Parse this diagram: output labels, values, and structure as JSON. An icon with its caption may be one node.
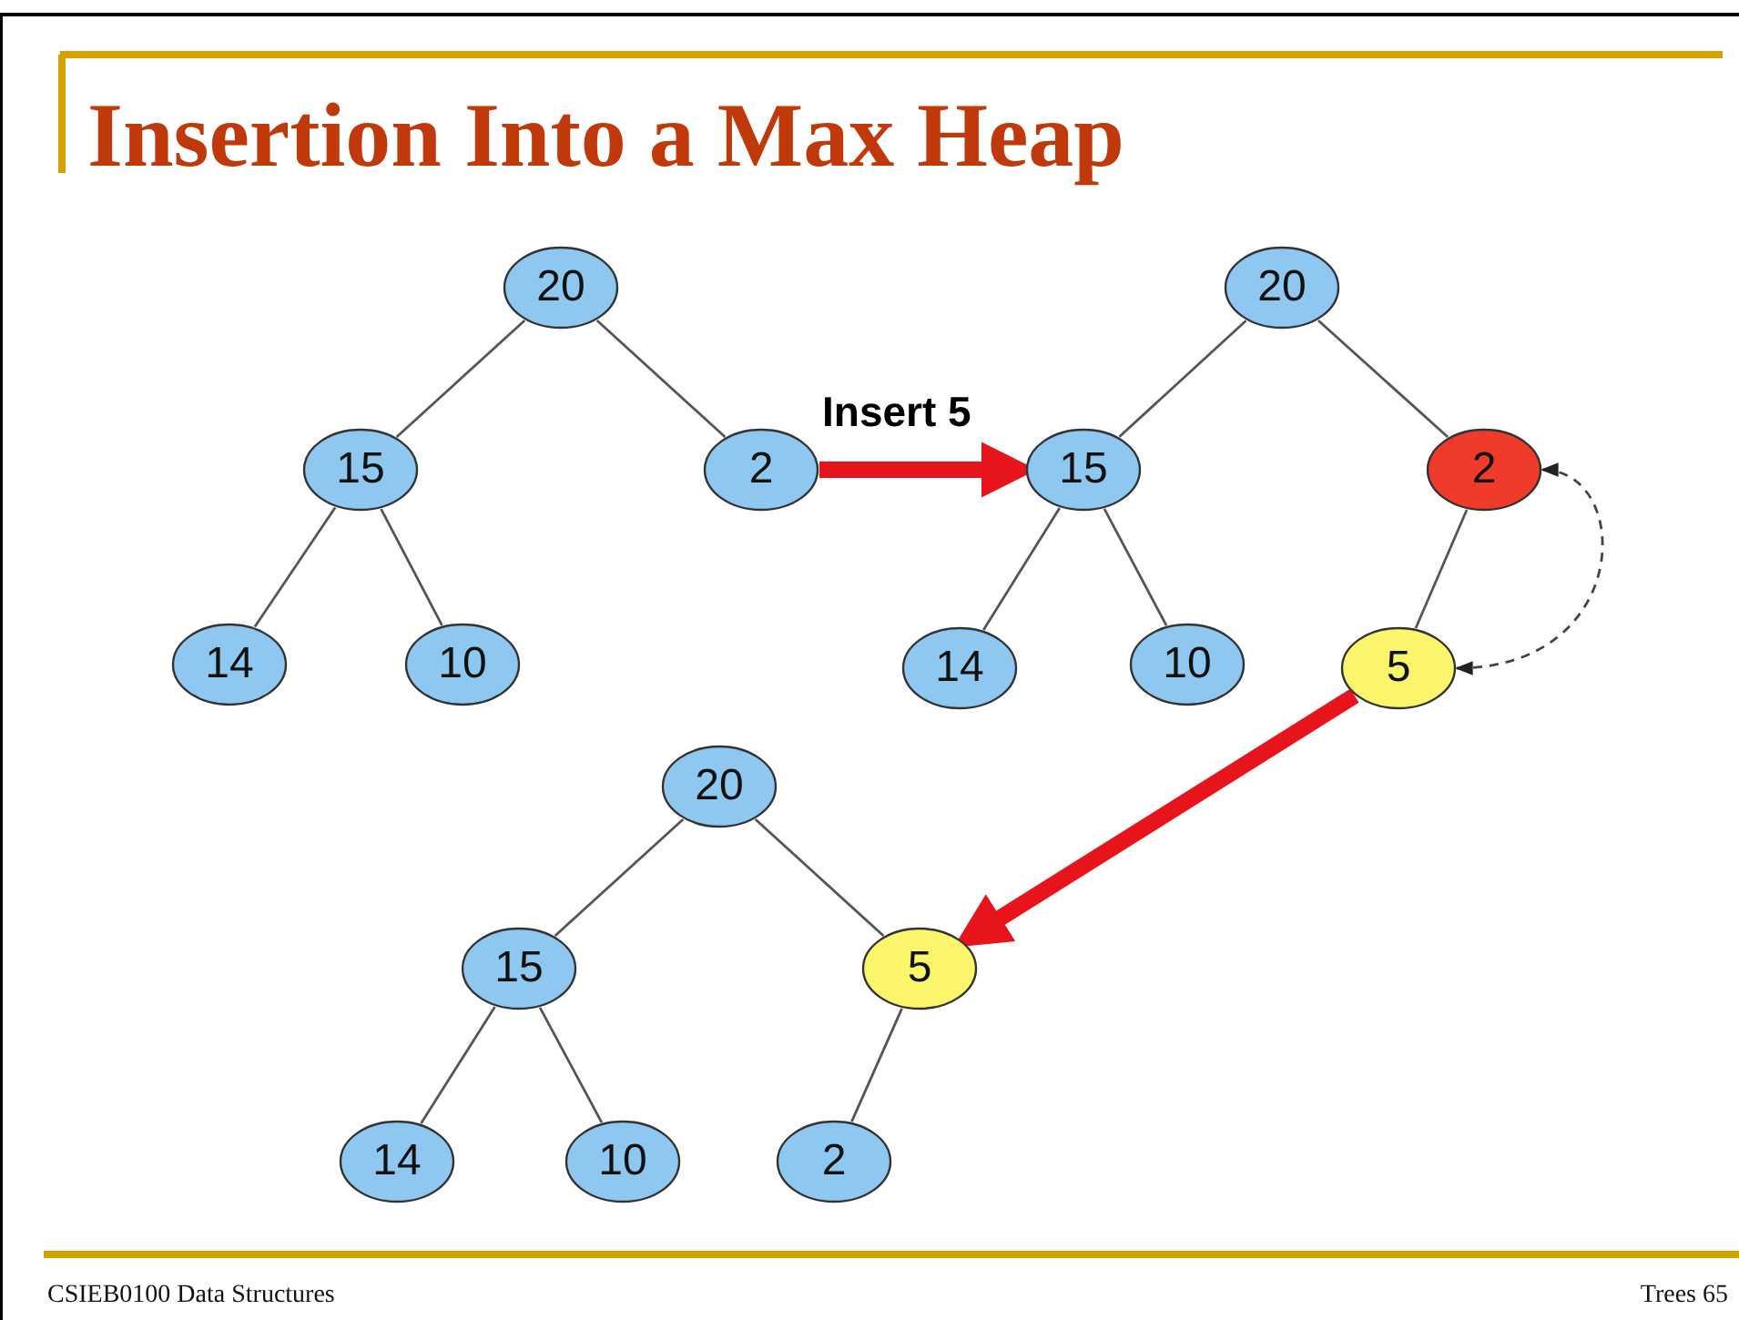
{
  "diagram": {
    "title": "Insertion Into a Max Heap",
    "nodes": [
      {
        "text": [
          "20"
        ]
      },
      {
        "text": [
          "15"
        ]
      },
      {
        "text": [
          "2"
        ]
      },
      {
        "text": [
          "14"
        ]
      },
      {
        "text": [
          "10"
        ]
      },
      {
        "text": [
          "20"
        ]
      },
      {
        "text": [
          "15"
        ]
      },
      {
        "text": [
          "2"
        ]
      },
      {
        "text": [
          "14"
        ]
      },
      {
        "text": [
          "10"
        ]
      },
      {
        "text": [
          "5"
        ]
      },
      {
        "text": [
          "20"
        ]
      },
      {
        "text": [
          "15"
        ]
      },
      {
        "text": [
          "5"
        ]
      },
      {
        "text": [
          "14"
        ]
      },
      {
        "text": [
          "10"
        ]
      },
      {
        "text": [
          "2"
        ]
      }
    ],
    "edges": [
      {
        "from": 0,
        "to": 1,
        "arrow": "none"
      },
      {
        "from": 0,
        "to": 2,
        "arrow": "none"
      },
      {
        "from": 1,
        "to": 3,
        "arrow": "none"
      },
      {
        "from": 1,
        "to": 4,
        "arrow": "none"
      },
      {
        "from": 5,
        "to": 6,
        "arrow": "none"
      },
      {
        "from": 5,
        "to": 7,
        "arrow": "none"
      },
      {
        "from": 6,
        "to": 8,
        "arrow": "none"
      },
      {
        "from": 6,
        "to": 9,
        "arrow": "none"
      },
      {
        "from": 7,
        "to": 10,
        "arrow": "none"
      },
      {
        "from": 10,
        "to": 7,
        "arrow": "both",
        "style": "dashed"
      },
      {
        "from": 2,
        "to": 6,
        "arrow": "to",
        "label": "Insert 5",
        "style": "thick",
        "color": "#e8141c"
      },
      {
        "from": 10,
        "to": 13,
        "arrow": "to",
        "style": "thick",
        "color": "#e8141c"
      },
      {
        "from": 11,
        "to": 12,
        "arrow": "none"
      },
      {
        "from": 11,
        "to": 13,
        "arrow": "none"
      },
      {
        "from": 12,
        "to": 14,
        "arrow": "none"
      },
      {
        "from": 12,
        "to": 15,
        "arrow": "none"
      },
      {
        "from": 13,
        "to": 16,
        "arrow": "none"
      }
    ],
    "labels": [
      "CSIEB0100 Data Structures",
      "Trees 65"
    ]
  }
}
